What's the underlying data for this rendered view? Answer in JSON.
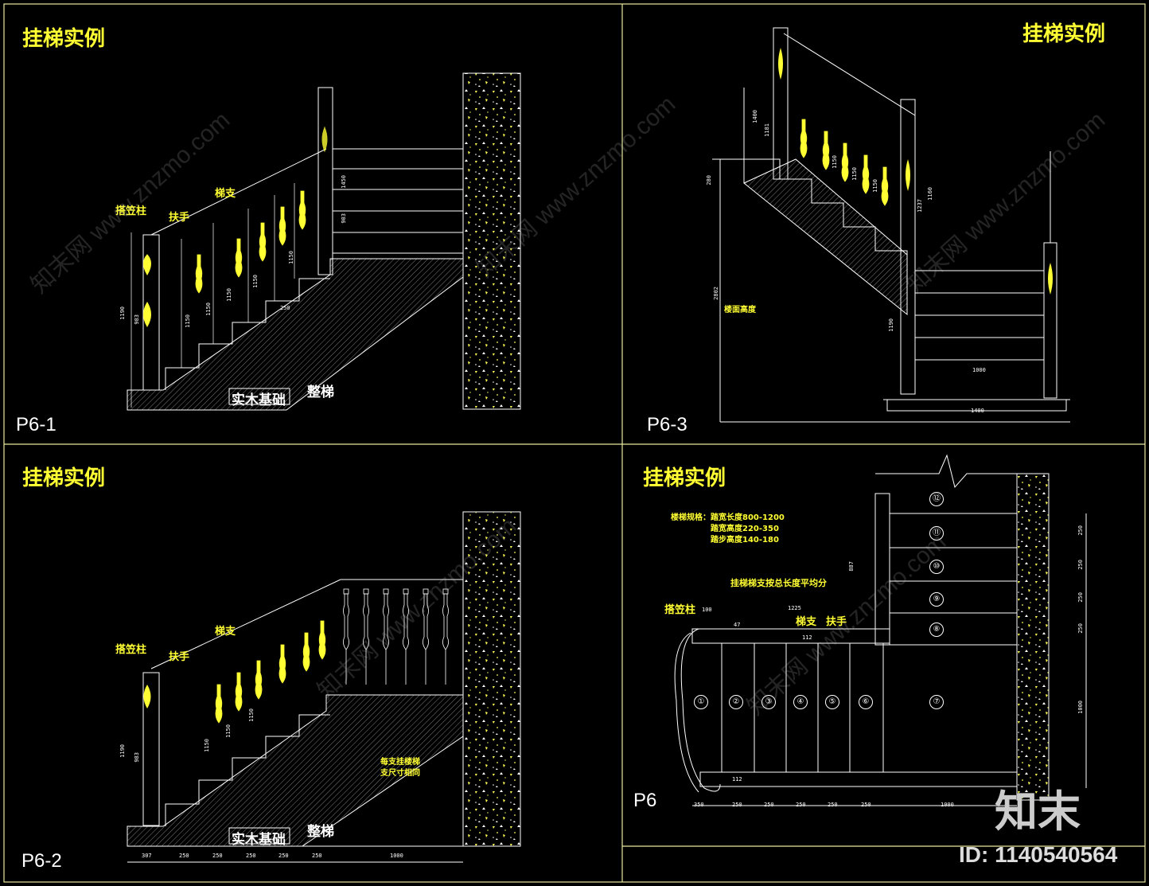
{
  "panels": {
    "p61": {
      "title": "挂梯实例",
      "label": "P6-1",
      "labels": {
        "post": "搭笠柱",
        "handrail": "扶手",
        "baluster": "梯支",
        "base": "实木基础",
        "stair": "整梯"
      }
    },
    "p63": {
      "title": "挂梯实例",
      "label": "P6-3",
      "labels": {
        "floor": "楼面高度"
      }
    },
    "p62": {
      "title": "挂梯实例",
      "label": "P6-2",
      "labels": {
        "post": "搭笠柱",
        "handrail": "扶手",
        "baluster": "梯支",
        "base": "实木基础",
        "stair": "整梯",
        "note1": "每支挂楼梯",
        "note2": "支尺寸相同"
      }
    },
    "p6": {
      "title": "挂梯实例",
      "label": "P6",
      "labels": {
        "post": "搭笠柱",
        "baluster": "梯支",
        "handrail": "扶手",
        "spec1": "楼梯规格：踏宽长度800-1200",
        "spec2": "踏宽高度220-350",
        "spec3": "踏步高度140-180",
        "spec4": "挂梯梯支按总长度平均分"
      },
      "steps": [
        "①",
        "②",
        "③",
        "④",
        "⑤",
        "⑥",
        "⑦",
        "⑧",
        "⑨",
        "⑩",
        "⑪",
        "⑫"
      ]
    }
  },
  "dims": {
    "p61": [
      "1190",
      "983",
      "1150",
      "1150",
      "1150",
      "1150",
      "1150",
      "1450",
      "903",
      "250"
    ],
    "p63": [
      "280",
      "1400",
      "1181",
      "1150",
      "1150",
      "1150",
      "1160",
      "1237",
      "2802",
      "1190",
      "1000",
      "1400"
    ],
    "p62": [
      "1190",
      "983",
      "1150",
      "1150",
      "1150",
      "307",
      "250",
      "250",
      "250",
      "250",
      "250",
      "1000"
    ],
    "p6": [
      "100",
      "1225",
      "47",
      "112",
      "112",
      "350",
      "250",
      "250",
      "250",
      "250",
      "250",
      "1000",
      "250",
      "250",
      "250",
      "250",
      "1000",
      "887"
    ]
  },
  "watermark": {
    "text": "知末网 www.znzmo.com",
    "logo": "知末",
    "id": "ID: 1140540564"
  },
  "colors": {
    "line": "#ffffff",
    "accent": "#ffff33",
    "frame": "#e8e8a0",
    "background": "#000000"
  }
}
